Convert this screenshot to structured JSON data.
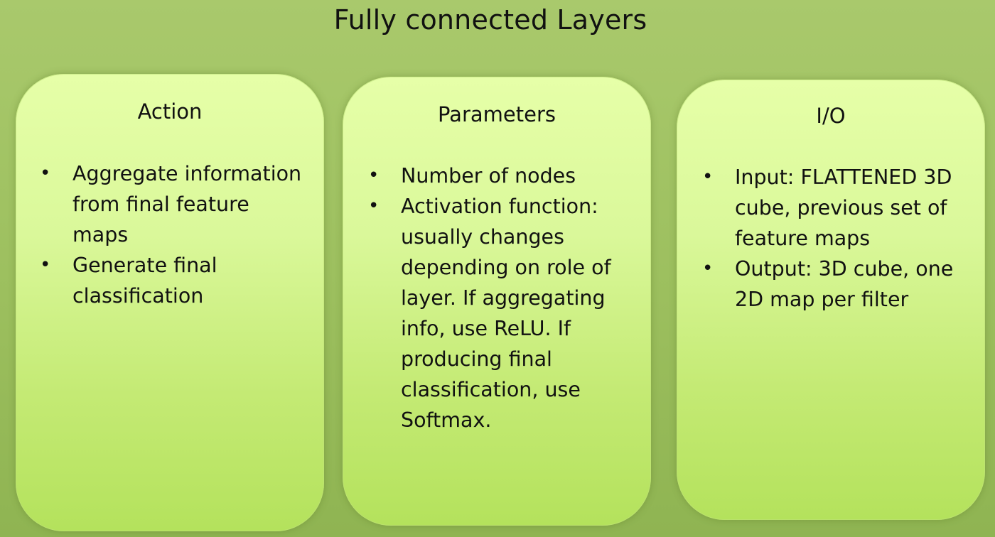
{
  "title": "Fully connected Layers",
  "cards": [
    {
      "heading": "Action",
      "bullets": [
        "Aggregate information from final feature maps",
        "Generate final classification"
      ]
    },
    {
      "heading": "Parameters",
      "bullets": [
        "Number of nodes",
        "Activation function: usually changes depending on role of layer. If aggregating info, use ReLU. If producing final classification, use Softmax."
      ]
    },
    {
      "heading": "I/O",
      "bullets": [
        "Input: FLATTENED 3D cube, previous set of feature maps",
        "Output: 3D cube, one 2D map per filter"
      ]
    }
  ],
  "bullet_symbol": "•"
}
